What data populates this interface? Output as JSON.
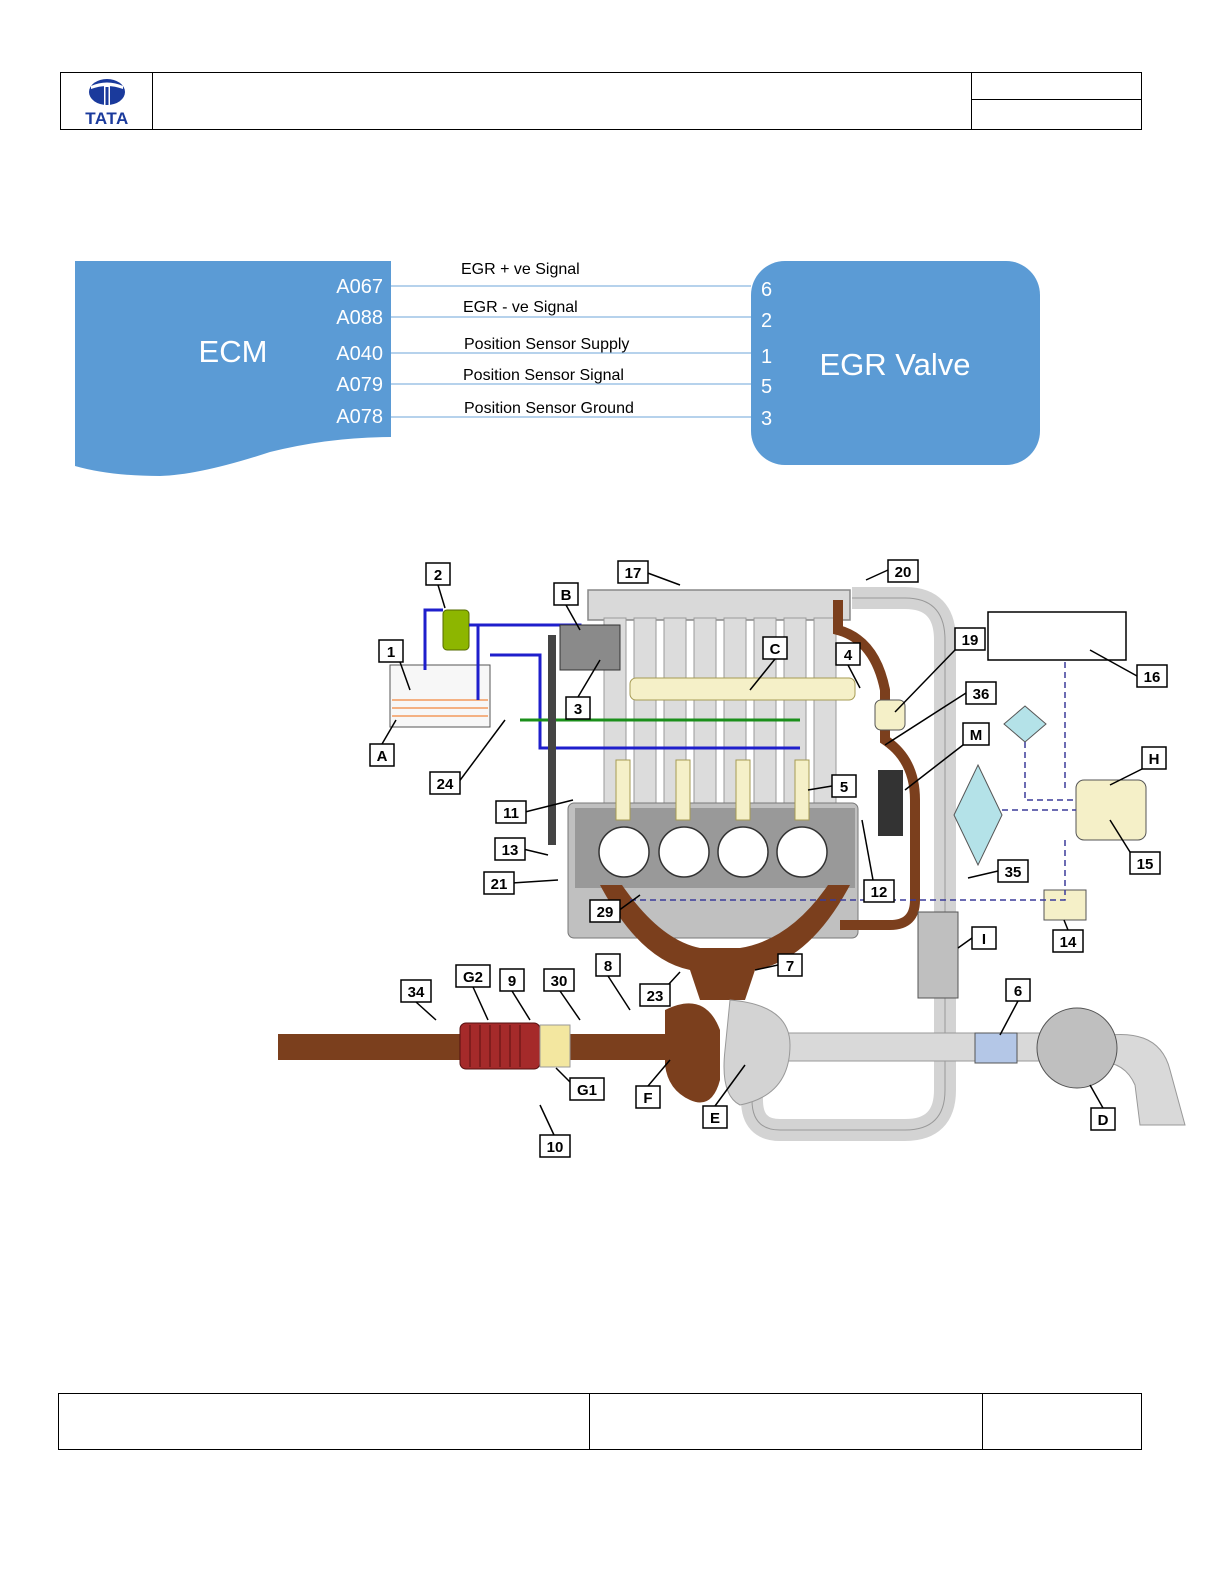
{
  "header": {
    "brand": "TATA"
  },
  "wiring": {
    "ecm_label": "ECM",
    "valve_label": "EGR Valve",
    "lines": [
      {
        "signal": "EGR + ve Signal",
        "ecm_pin": "A067",
        "valve_pin": "6"
      },
      {
        "signal": "EGR - ve Signal",
        "ecm_pin": "A088",
        "valve_pin": "2"
      },
      {
        "signal": "Position Sensor Supply",
        "ecm_pin": "A040",
        "valve_pin": "1"
      },
      {
        "signal": "Position Sensor Signal",
        "ecm_pin": "A079",
        "valve_pin": "5"
      },
      {
        "signal": "Position Sensor Ground",
        "ecm_pin": "A078",
        "valve_pin": "3"
      }
    ],
    "colors": {
      "block": "#5b9bd5",
      "block_text": "#ffffff",
      "line": "#9dc3e6"
    }
  },
  "engine": {
    "labels": {
      "c1": "1",
      "c2": "2",
      "c3": "3",
      "c4": "4",
      "c5": "5",
      "c6": "6",
      "c7": "7",
      "c8": "8",
      "c9": "9",
      "c10": "10",
      "c11": "11",
      "c12": "12",
      "c13": "13",
      "c14": "14",
      "c15": "15",
      "c16": "16",
      "c17": "17",
      "c19": "19",
      "c20": "20",
      "c21": "21",
      "c23": "23",
      "c24": "24",
      "c29": "29",
      "c30": "30",
      "c34": "34",
      "c35": "35",
      "c36": "36",
      "cA": "A",
      "cB": "B",
      "cC": "C",
      "cD": "D",
      "cE": "E",
      "cF": "F",
      "cG2": "G2",
      "cG1": "G1",
      "cH": "H",
      "cI": "I",
      "cM": "M"
    },
    "colors": {
      "exhaust": "#7b3f1d",
      "intake": "#d3d3d3",
      "fuel_high": "#1f1fcc",
      "fuel_return": "#1b8f1b",
      "rail": "#f5f0c8"
    }
  }
}
